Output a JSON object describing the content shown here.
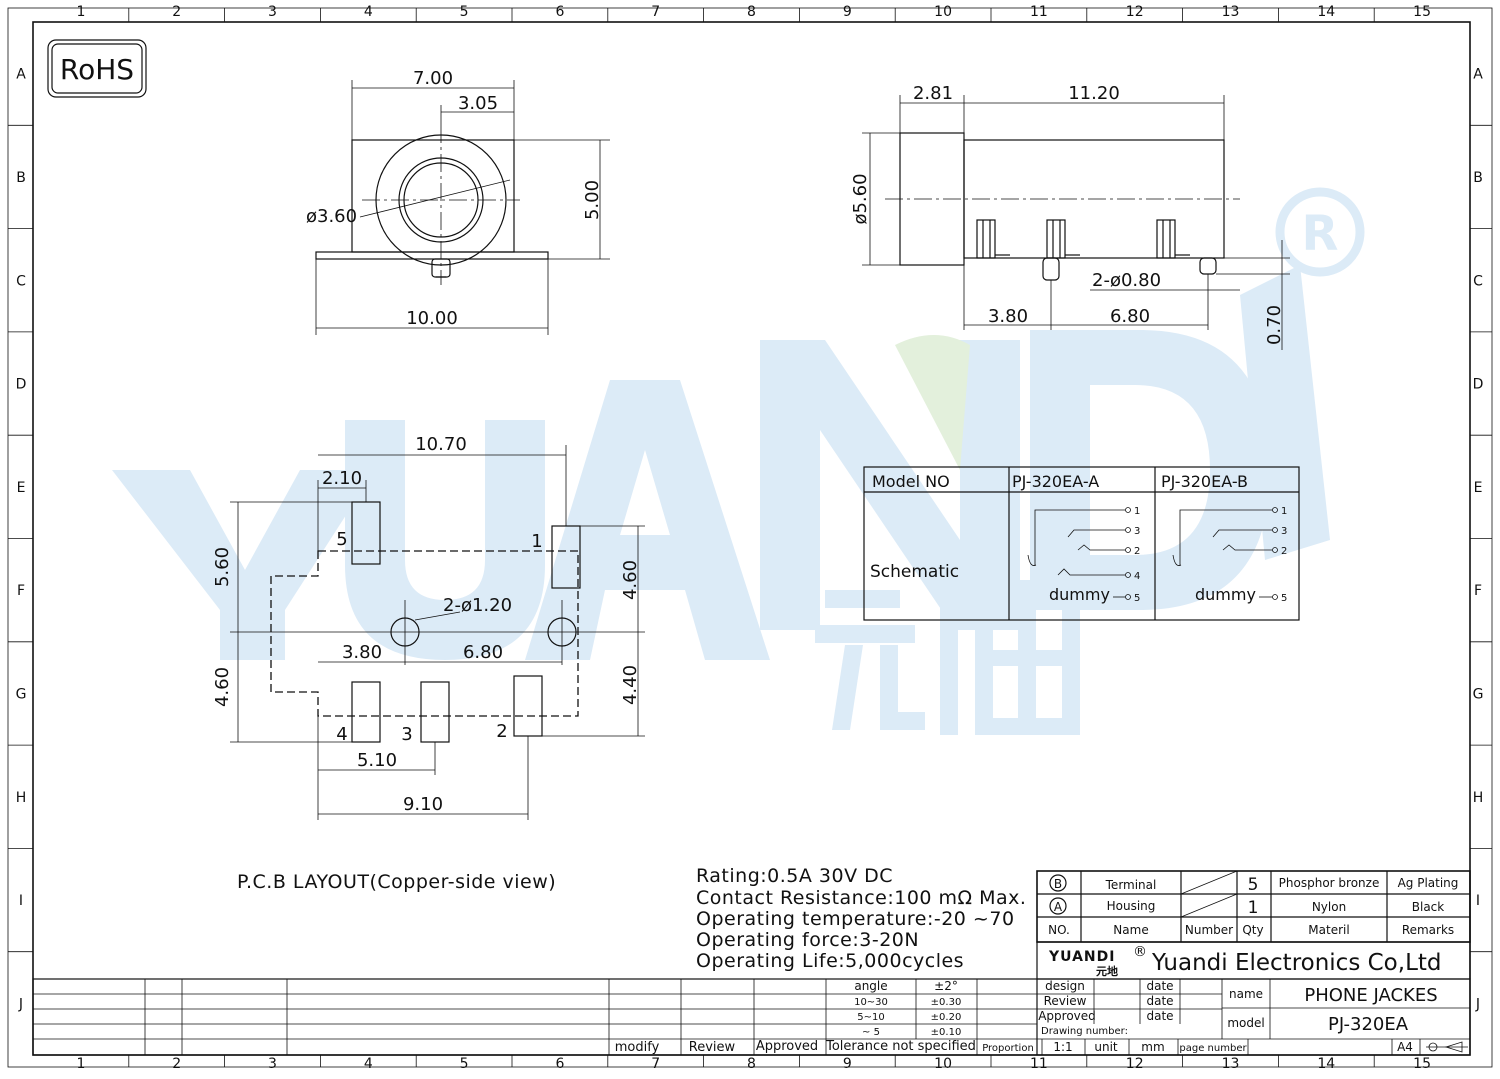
{
  "border": {
    "columns": [
      "1",
      "2",
      "3",
      "4",
      "5",
      "6",
      "7",
      "8",
      "9",
      "10",
      "11",
      "12",
      "13",
      "14",
      "15"
    ],
    "rows": [
      "A",
      "B",
      "C",
      "D",
      "E",
      "F",
      "G",
      "H",
      "I",
      "J"
    ]
  },
  "rohs_badge": "RoHS",
  "watermark": {
    "brand": "YUANDI"
  },
  "front_view": {
    "dim_width_top": "7.00",
    "dim_offset": "3.05",
    "dim_bore": "ø3.60",
    "dim_height": "5.00",
    "dim_flange": "10.00"
  },
  "side_view": {
    "dim_collar": "2.81",
    "dim_body": "11.20",
    "dim_diameter": "ø5.60",
    "dim_pin_holes": "2-ø0.80",
    "dim_pin_a": "3.80",
    "dim_pin_b": "6.80",
    "dim_pin_len": "0.70"
  },
  "pcb_layout": {
    "dim_total": "10.70",
    "dim_pad_offset": "2.10",
    "dim_upper": "5.60",
    "dim_right_upper": "4.60",
    "dim_holes": "2-ø1.20",
    "dim_hole_a": "3.80",
    "dim_hole_b": "6.80",
    "dim_left_lower": "4.60",
    "dim_right_lower": "4.40",
    "dim_pad_span1": "5.10",
    "dim_pad_span2": "9.10",
    "pad_labels": [
      "5",
      "1",
      "4",
      "3",
      "2"
    ],
    "caption": "P.C.B  LAYOUT(Copper-side  view)"
  },
  "schematic_table": {
    "header": [
      "Model  NO",
      "PJ-320EA-A",
      "PJ-320EA-B"
    ],
    "row_label": "Schematic",
    "model_a_pins": [
      "1",
      "3",
      "2",
      "4",
      "5"
    ],
    "model_b_pins": [
      "1",
      "3",
      "2",
      "5"
    ],
    "dummy_label": "dummy"
  },
  "specs": [
    "Rating:0.5A  30V  DC",
    "Contact  Resistance:100  mΩ  Max.",
    "Operating  temperature:-20   ~70",
    "Operating  force:3-20N",
    "Operating  Life:5,000cycles"
  ],
  "bom": {
    "rows": [
      {
        "no": "B",
        "name": "Terminal",
        "number": "",
        "qty": "5",
        "material": "Phosphor bronze",
        "remarks": "Ag Plating"
      },
      {
        "no": "A",
        "name": "Housing",
        "number": "",
        "qty": "1",
        "material": "Nylon",
        "remarks": "Black"
      }
    ],
    "header": {
      "no": "NO.",
      "name": "Name",
      "number": "Number",
      "qty": "Qty",
      "material": "Materil",
      "remarks": "Remarks"
    }
  },
  "title_block": {
    "logo": "YUANDI",
    "logo_mark": "®",
    "logo_cn": "元地",
    "company": "Yuandi Electronics Co,Ltd",
    "name_label": "name",
    "name_value": "PHONE  JACKES",
    "model_label": "model",
    "model_value": "PJ-320EA",
    "design": "design",
    "review": "Review",
    "approved": "Approved",
    "date": "date",
    "drawing_number": "Drawing  number:",
    "proportion_label": "Proportion",
    "proportion_value": "1:1",
    "unit_label": "unit",
    "unit_value": "mm",
    "page_number": "page  number",
    "paper_size": "A4"
  },
  "tolerance": {
    "rows": [
      [
        "angle",
        "±2°"
      ],
      [
        "10~30",
        "±0.30"
      ],
      [
        "5~10",
        "±0.20"
      ],
      [
        "~ 5",
        "±0.10"
      ]
    ],
    "footer": "Tolerance  not  specified"
  },
  "revision": {
    "modify": "modify",
    "review": "Review",
    "approved": "Approved"
  }
}
